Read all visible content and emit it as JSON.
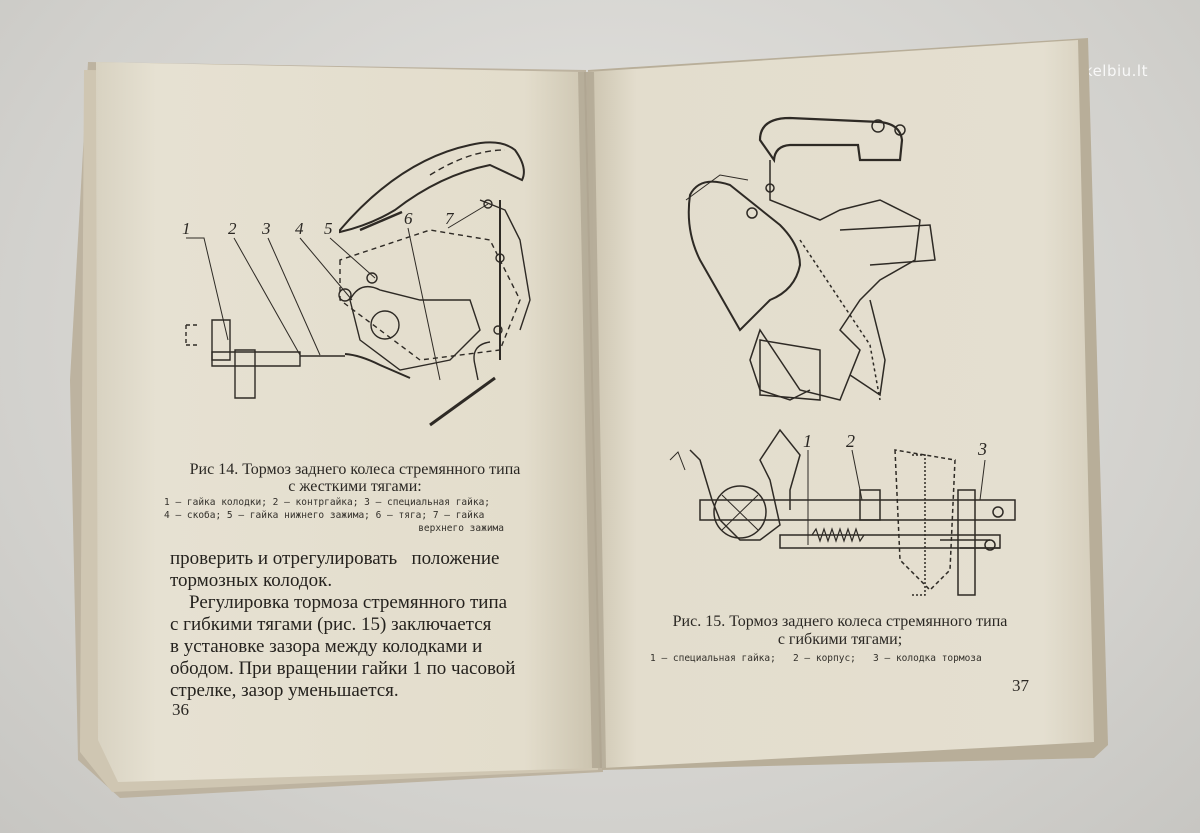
{
  "watermark": {
    "text": "skelbiu.lt",
    "icon": "dots-logo-icon"
  },
  "colors": {
    "paper": "#e4dfd1",
    "ink": "#2a2723",
    "background": "#d9d8d5"
  },
  "left_page": {
    "page_number": "36",
    "figure": {
      "labels": [
        "1",
        "2",
        "3",
        "4",
        "5",
        "6",
        "7"
      ],
      "caption_title": "Рис 14. Тормоз заднего колеса стремянного типа",
      "caption_subtitle": "с жесткими тягами:",
      "legend_line1": "1 — гайка колодки; 2 — контргайка; 3 — специальная гайка;",
      "legend_line2": "4 — скоба; 5 — гайка нижнего зажима; 6 — тяга; 7 — гайка",
      "legend_line3": "верхнего зажима"
    },
    "body_lines": [
      "проверить и отрегулировать   положение",
      "тормозных колодок.",
      "    Регулировка тормоза стремянного типа",
      "с гибкими тягами (рис. 15) заключается",
      "в установке зазора между колодками и",
      "ободом. При вращении гайки 1 по часовой",
      "стрелке, зазор уменьшается."
    ]
  },
  "right_page": {
    "page_number": "37",
    "figure": {
      "labels": [
        "1",
        "2",
        "3"
      ],
      "caption_title": "Рис. 15. Тормоз заднего колеса стремянного типа",
      "caption_subtitle": "с гибкими тягами;",
      "legend": "1 — специальная гайка;   2 — корпус;   3 — колодка тормоза"
    }
  }
}
